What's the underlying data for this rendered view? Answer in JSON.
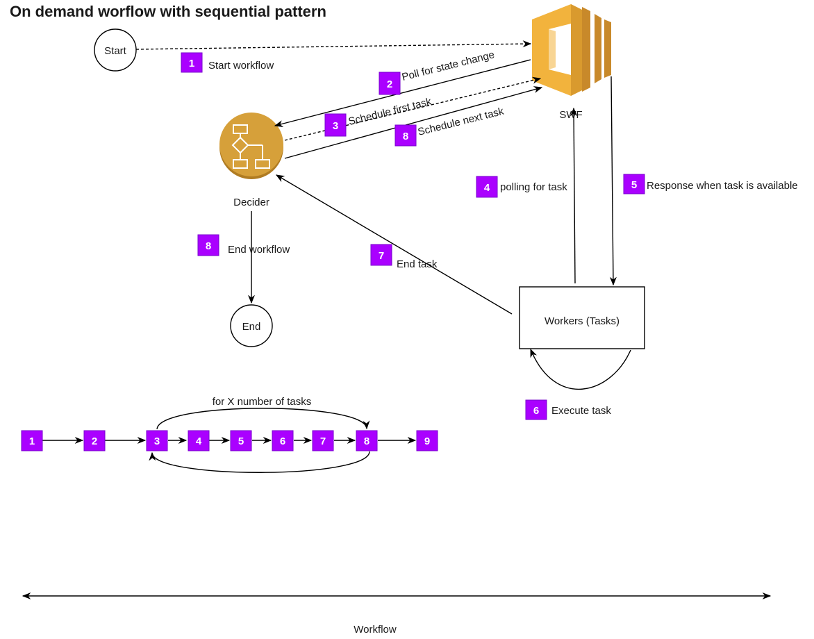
{
  "title": "On demand worflow with sequential pattern",
  "nodes": {
    "start": "Start",
    "end": "End",
    "swf": "SWF",
    "decider": "Decider",
    "workers": "Workers (Tasks)"
  },
  "steps": {
    "s1": {
      "num": "1",
      "label": "Start workflow"
    },
    "s2": {
      "num": "2",
      "label": "Poll for state change"
    },
    "s3": {
      "num": "3",
      "label": "Schedule first task"
    },
    "s8a": {
      "num": "8",
      "label": "Schedule next task"
    },
    "s4": {
      "num": "4",
      "label": "polling for task"
    },
    "s5": {
      "num": "5",
      "label": "Response when task is available"
    },
    "s8b": {
      "num": "8",
      "label": "End workflow"
    },
    "s7": {
      "num": "7",
      "label": "End task"
    },
    "s6": {
      "num": "6",
      "label": "Execute task"
    }
  },
  "sequence": {
    "items": [
      "1",
      "2",
      "3",
      "4",
      "5",
      "6",
      "7",
      "8",
      "9"
    ],
    "loop_label": "for X number of tasks"
  },
  "timeline_label": "Workflow",
  "colors": {
    "step_fill": "#aa00ff",
    "swf_light": "#f2b33d",
    "swf_dark": "#c8892a",
    "decider_fill": "#d6a03a"
  }
}
